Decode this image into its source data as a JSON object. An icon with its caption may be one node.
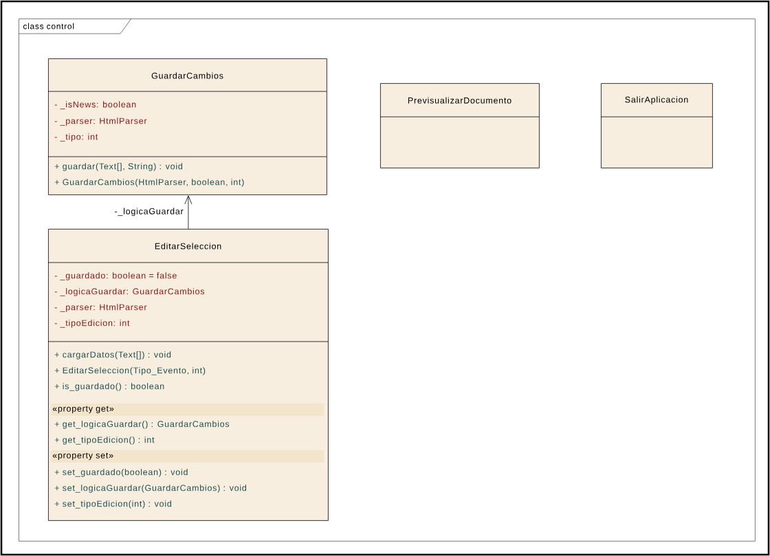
{
  "diagram": {
    "nodes": [
      {
        "text": [
          "class control"
        ]
      },
      {
        "text": [
          "GuardarCambios",
          "- _isNews: boolean",
          "- _parser: HtmlParser",
          "- _tipo: int",
          "+ guardar(Text[], String) : void",
          "+ GuardarCambios(HtmlParser, boolean, int)"
        ],
        "in": 0
      },
      {
        "text": [
          "EditarSeleccion",
          "- _guardado: boolean = false",
          "- _logicaGuardar: GuardarCambios",
          "- _parser: HtmlParser",
          "- _tipoEdicion: int",
          "+ cargarDatos(Text[]) : void",
          "+ EditarSeleccion(Tipo_Evento, int)",
          "+ is_guardado() : boolean",
          "«property get»",
          "+ get_logicaGuardar() : GuardarCambios",
          "+ get_tipoEdicion() : int",
          "«property set»",
          "+ set_guardado(boolean) : void",
          "+ set_logicaGuardar(GuardarCambios) : void",
          "+ set_tipoEdicion(int) : void"
        ],
        "in": 0
      },
      {
        "text": [
          "PrevisualizarDocumento"
        ],
        "in": 0
      },
      {
        "text": [
          "SalirAplicacion"
        ],
        "in": 0
      }
    ],
    "edges": [
      {
        "from": 2,
        "to": 1,
        "arrow": "to",
        "label": "-_logicaGuardar"
      }
    ]
  }
}
